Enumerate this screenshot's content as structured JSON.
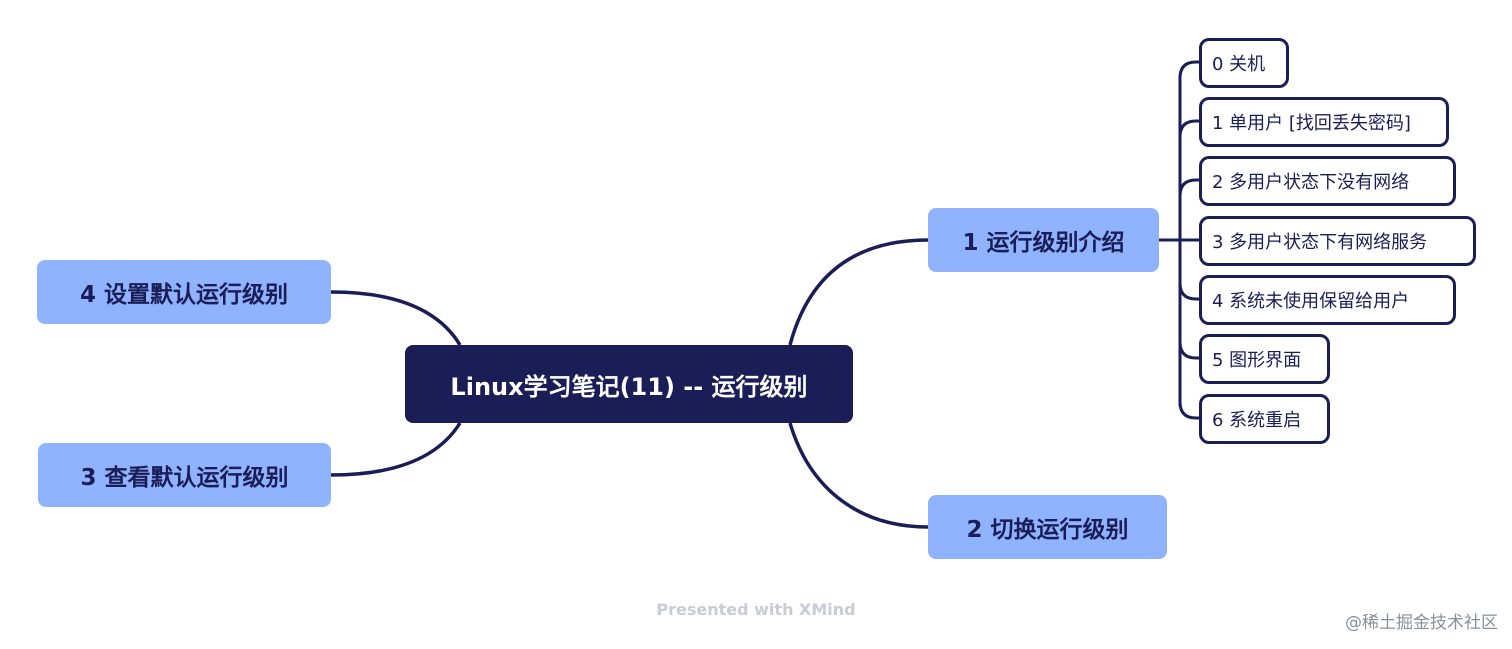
{
  "root": {
    "label": "Linux学习笔记(11) -- 运行级别"
  },
  "topics": {
    "t1": "1 运行级别介绍",
    "t2": "2 切换运行级别",
    "t3": "3 查看默认运行级别",
    "t4": "4 设置默认运行级别"
  },
  "subtopics": [
    "0  关机",
    "1  单用户 [找回丢失密码]",
    "2  多用户状态下没有网络",
    "3  多用户状态下有网络服务",
    "4  系统未使用保留给用户",
    "5  图形界面",
    "6  系统重启"
  ],
  "footer": {
    "presented": "Presented with XMind"
  },
  "watermark": {
    "text": "@稀土掘金技术社区"
  },
  "colors": {
    "root_bg": "#1b1d57",
    "topic_bg": "#8fb3ff",
    "line": "#1b1d57",
    "subtopic_border": "#1b1d57"
  }
}
